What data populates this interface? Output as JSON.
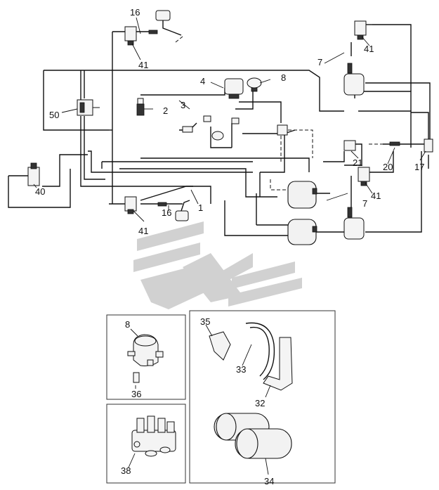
{
  "labels": {
    "l16a": "16",
    "l41a": "41",
    "l41b": "41",
    "l41c": "41",
    "l41d": "41",
    "l7a": "7",
    "l7b": "7",
    "l4": "4",
    "l8": "8",
    "l50": "50",
    "l2": "2",
    "l3": "3",
    "l40": "40",
    "l21": "21",
    "l20": "20",
    "l17": "17",
    "l1": "1",
    "l16b": "16",
    "l8b": "8",
    "l36": "36",
    "l38": "38",
    "l35": "35",
    "l33": "33",
    "l32": "32",
    "l34": "34"
  },
  "colors": {
    "line": "#111111",
    "watermark": "#c9c9c9"
  }
}
